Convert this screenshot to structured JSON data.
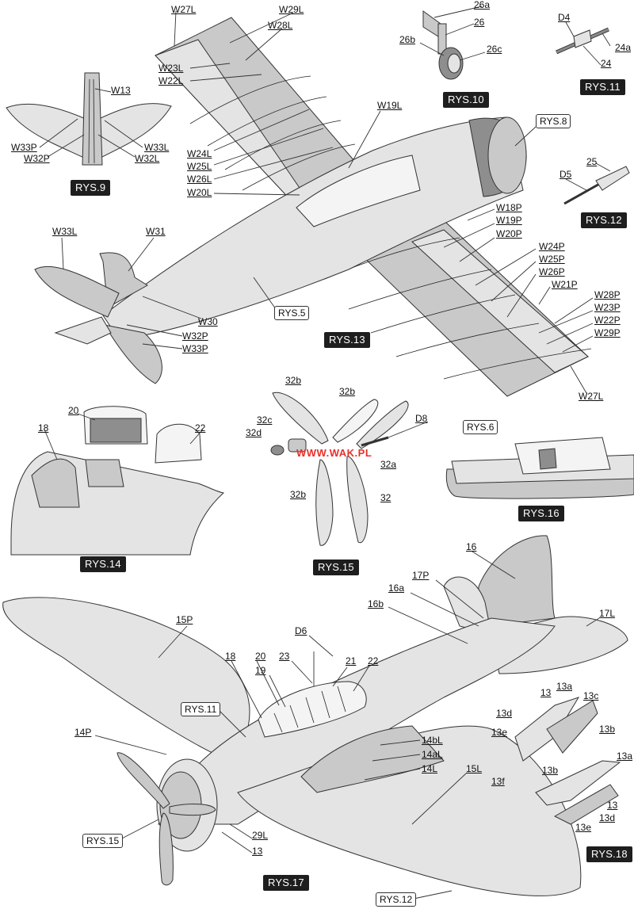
{
  "watermark": "WWW.WAK.PL",
  "figures": {
    "rys9": "RYS.9",
    "rys10": "RYS.10",
    "rys11": "RYS.11",
    "rys12": "RYS.12",
    "rys13": "RYS.13",
    "rys14": "RYS.14",
    "rys15": "RYS.15",
    "rys16": "RYS.16",
    "rys17": "RYS.17",
    "rys18": "RYS.18"
  },
  "references": {
    "rys8": "RYS.8",
    "rys5": "RYS.5",
    "rys6": "RYS.6",
    "rys11": "RYS.11",
    "rys15": "RYS.15",
    "rys12": "RYS.12"
  },
  "labels": {
    "W27L_top": "W27L",
    "W29L": "W29L",
    "W28L": "W28L",
    "W23L": "W23L",
    "W22L": "W22L",
    "W19L": "W19L",
    "W24L": "W24L",
    "W25L": "W25L",
    "W26L": "W26L",
    "W20L": "W20L",
    "W13": "W13",
    "W33P_9": "W33P",
    "W32P_9": "W32P",
    "W33L_9": "W33L",
    "W32L_9": "W32L",
    "p26a": "26a",
    "p26": "26",
    "p26b": "26b",
    "p26c": "26c",
    "D4": "D4",
    "p24a": "24a",
    "p24": "24",
    "D5": "D5",
    "p25": "25",
    "W18P": "W18P",
    "W19P": "W19P",
    "W20P": "W20P",
    "W24P": "W24P",
    "W25P": "W25P",
    "W26P": "W26P",
    "W21P": "W21P",
    "W28P": "W28P",
    "W23P": "W23P",
    "W22P": "W22P",
    "W29P": "W29P",
    "W27L_bottom": "W27L",
    "W33L_13": "W33L",
    "W31": "W31",
    "W30": "W30",
    "W32P_13": "W32P",
    "W33P_13": "W33P",
    "p20_14": "20",
    "p18_14": "18",
    "p22_14": "22",
    "p32b_a": "32b",
    "p32b_b": "32b",
    "p32c": "32c",
    "p32d": "32d",
    "D8": "D8",
    "p32a": "32a",
    "p32b_c": "32b",
    "p32": "32",
    "p16": "16",
    "p17P": "17P",
    "p16a": "16a",
    "p16b": "16b",
    "p17L": "17L",
    "p15P": "15P",
    "D6": "D6",
    "p18_17": "18",
    "p20_17": "20",
    "p23": "23",
    "p19": "19",
    "p21": "21",
    "p22_17": "22",
    "p14P": "14P",
    "p14bL": "14bL",
    "p14aL": "14aL",
    "p14L": "14L",
    "p15L": "15L",
    "p29L": "29L",
    "p13_17": "13",
    "p13_18a": "13",
    "p13a_1": "13a",
    "p13c": "13c",
    "p13d_1": "13d",
    "p13b_1": "13b",
    "p13e_1": "13e",
    "p13f": "13f",
    "p13b_2": "13b",
    "p13a_2": "13a",
    "p13_18b": "13",
    "p13d_2": "13d",
    "p13e_2": "13e"
  }
}
